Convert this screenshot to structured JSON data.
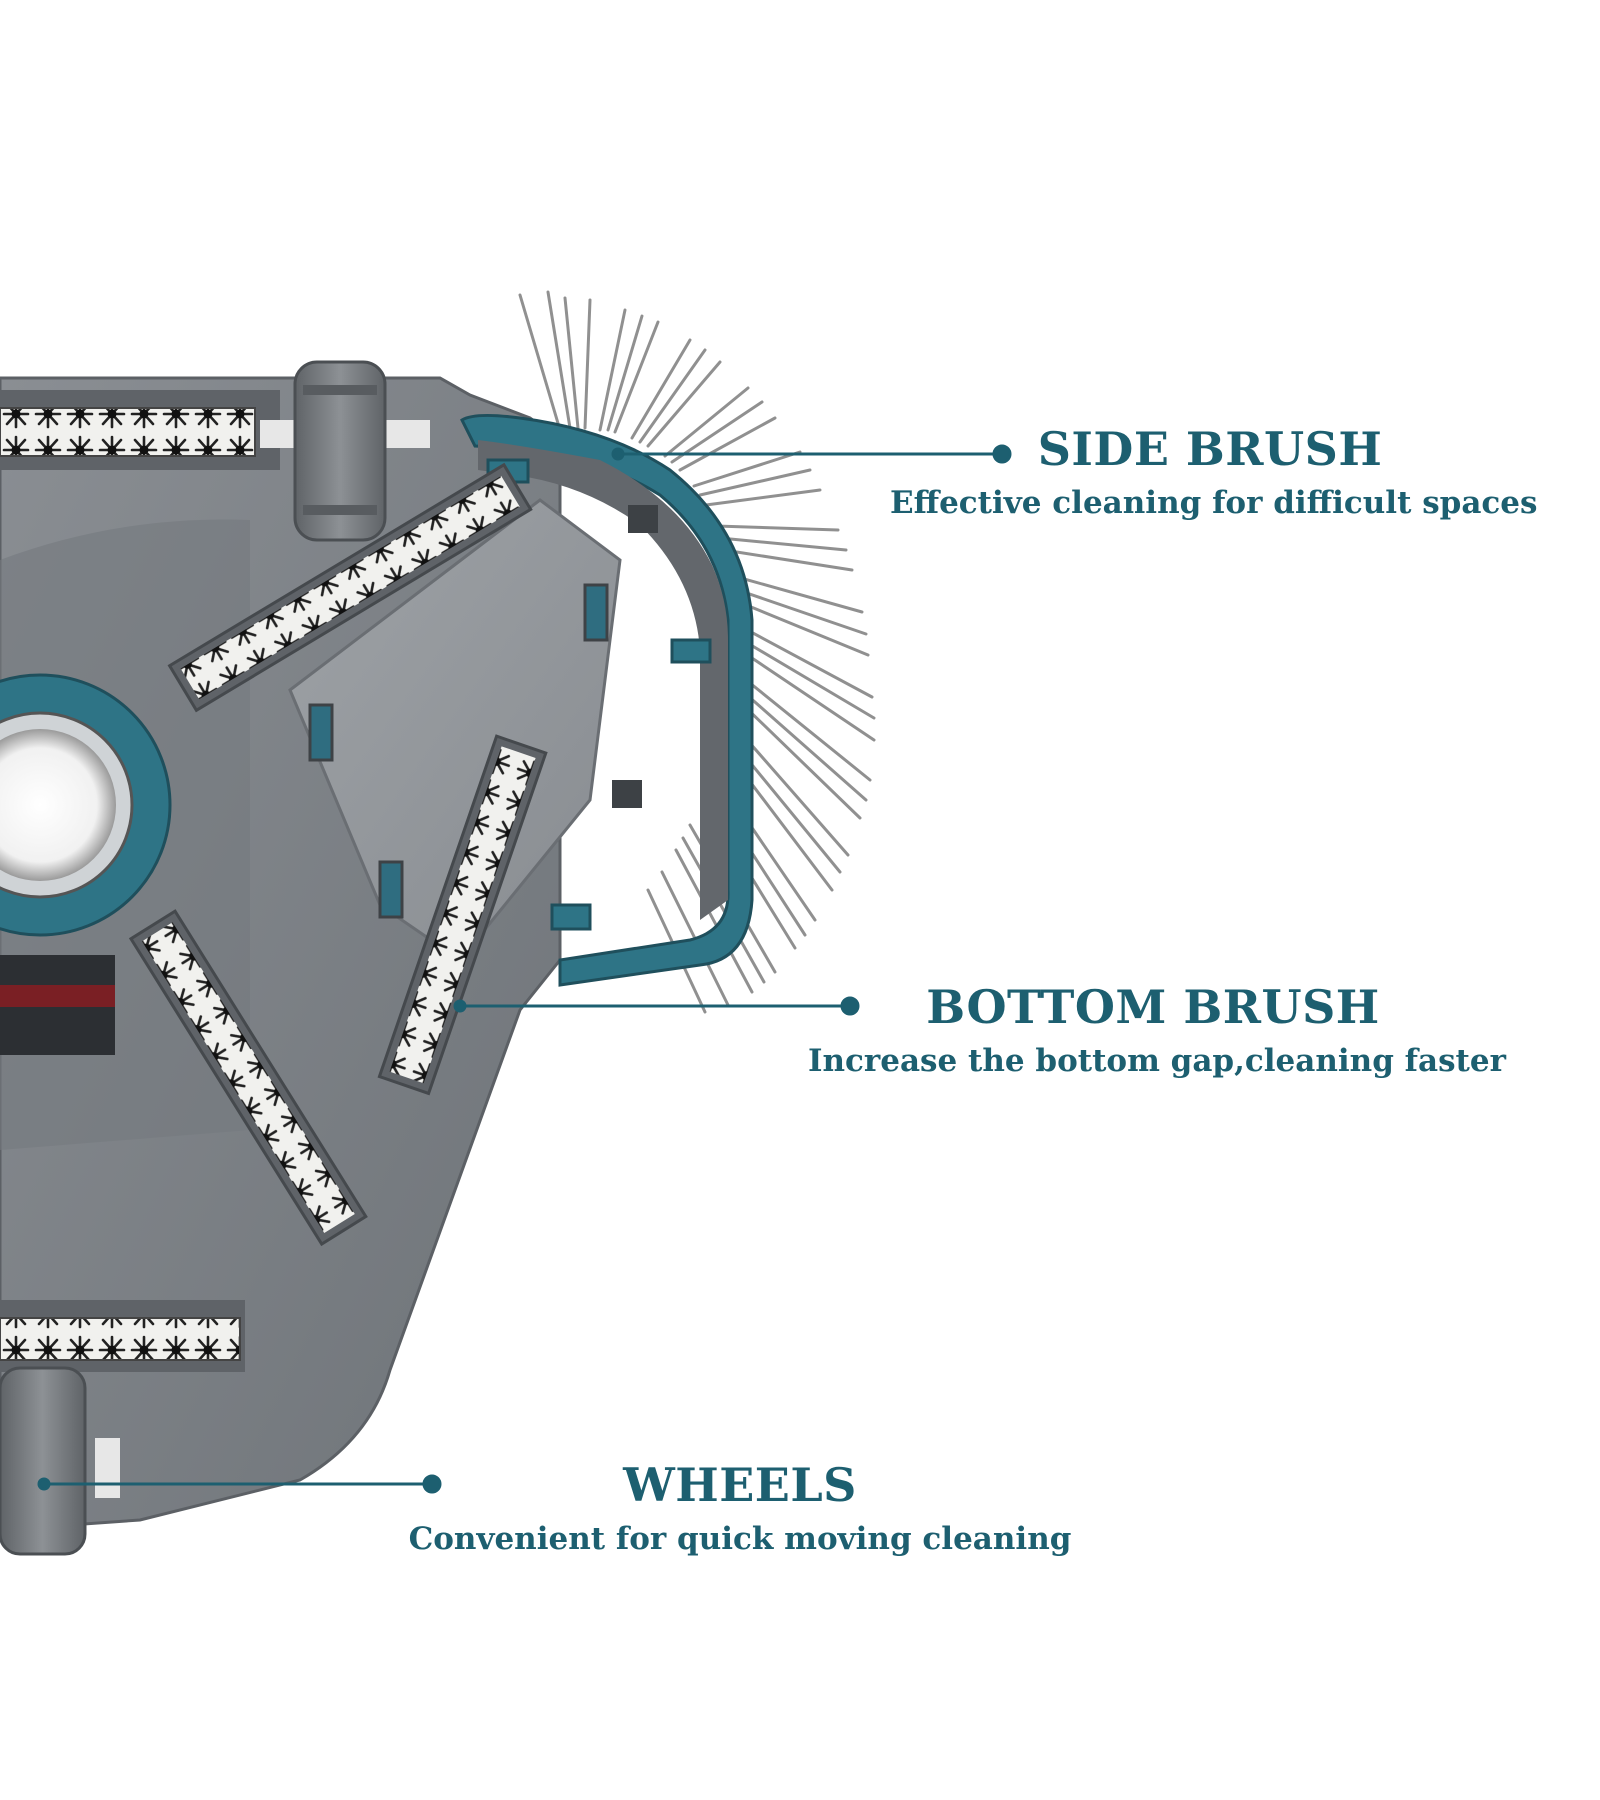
{
  "colors": {
    "accent": "#1d5f70",
    "body_gray": "#7b7f84",
    "teal_ring": "#2a7185",
    "bristle_gray": "#8a8a8a"
  },
  "callouts": {
    "side_brush": {
      "title": "SIDE BRUSH",
      "description": "Effective cleaning for difficult spaces"
    },
    "bottom_brush": {
      "title": "BOTTOM BRUSH",
      "description": "Increase the bottom gap,cleaning faster"
    },
    "wheels": {
      "title": "WHEELS",
      "description": "Convenient for quick  moving cleaning"
    }
  }
}
